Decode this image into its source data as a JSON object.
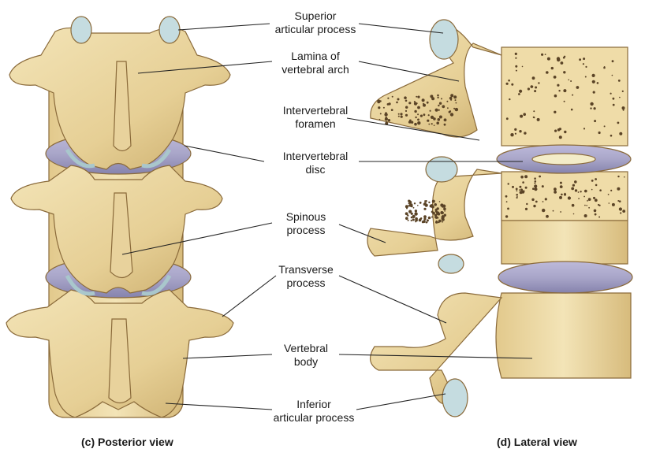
{
  "labels": {
    "superior_articular_process": [
      "Superior",
      "articular process"
    ],
    "lamina_of_vertebral_arch": [
      "Lamina of",
      "vertebral arch"
    ],
    "intervertebral_foramen": [
      "Intervertebral",
      "foramen"
    ],
    "intervertebral_disc": [
      "Intervertebral",
      "disc"
    ],
    "spinous_process": [
      "Spinous",
      "process"
    ],
    "transverse_process": [
      "Transverse",
      "process"
    ],
    "vertebral_body": [
      "Vertebral",
      "body"
    ],
    "inferior_articular_process": [
      "Inferior",
      "articular process"
    ]
  },
  "captions": {
    "posterior": "(c) Posterior view",
    "lateral": "(d) Lateral view"
  },
  "colors": {
    "bone": "#ecd9a6",
    "bone_shadow": "#c9ab6a",
    "bone_outline": "#8a6a3a",
    "cartilage": "#c5dce0",
    "disc": "#a9a6c9",
    "disc_dark": "#8683ad",
    "spongy_dot": "#5a4326",
    "leader": "#222222"
  }
}
